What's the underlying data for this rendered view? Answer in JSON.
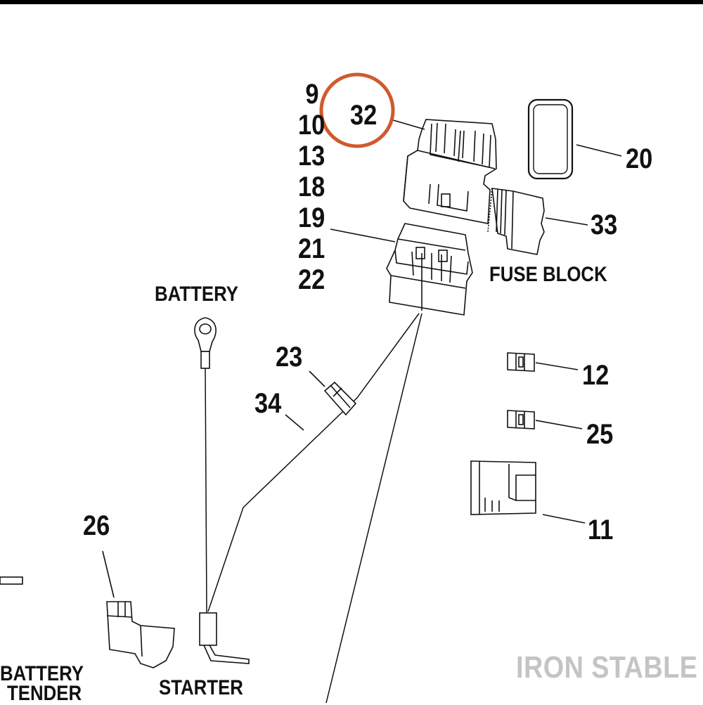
{
  "part_numbers": {
    "main_stack": [
      "9",
      "10",
      "13",
      "18",
      "19",
      "21",
      "22"
    ],
    "highlighted": "32",
    "p20": "20",
    "p33": "33",
    "p23": "23",
    "p34": "34",
    "p12": "12",
    "p25": "25",
    "p11": "11",
    "p26": "26"
  },
  "labels": {
    "fuse_block": "FUSE BLOCK",
    "battery": "BATTERY",
    "battery_tender_line1": "BATTERY",
    "battery_tender_line2": "TENDER",
    "starter": "STARTER"
  },
  "watermark": "IRON STABLE",
  "colors": {
    "highlight_circle": "#d05a2c",
    "line": "#111111",
    "watermark": "#c4c4c4"
  }
}
